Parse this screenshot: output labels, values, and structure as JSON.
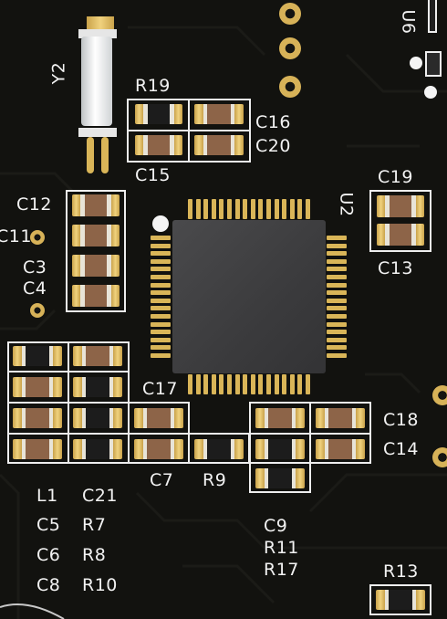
{
  "designators": {
    "y2": "Y2",
    "u6": "U6",
    "u2": "U2",
    "r19": "R19",
    "c16": "C16",
    "c20": "C20",
    "c15": "C15",
    "c12": "C12",
    "c11": "C11",
    "c3": "C3",
    "c4": "C4",
    "c19": "C19",
    "c13": "C13",
    "c17": "C17",
    "c18": "C18",
    "c14": "C14",
    "c7": "C7",
    "r9": "R9",
    "l1": "L1",
    "c21": "C21",
    "c5": "C5",
    "r7": "R7",
    "c6": "C6",
    "r8": "R8",
    "c8": "C8",
    "r10": "R10",
    "c9": "C9",
    "r11": "R11",
    "r17": "R17",
    "r13": "R13"
  },
  "colors": {
    "board": "#12120f",
    "silkscreen": "#eeeeee",
    "copper_pad": "#d9b558",
    "capacitor_body": "#8d6448",
    "resistor_body": "#1c1c1c",
    "ic_body": "#3b3b3d"
  }
}
